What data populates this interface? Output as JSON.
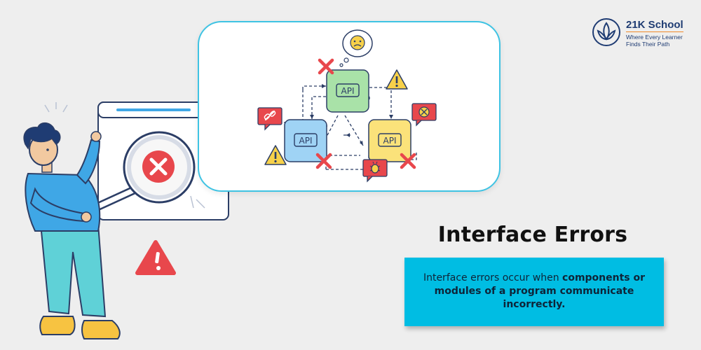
{
  "brand": {
    "name": "21K School",
    "tagline_line1": "Where Every Learner",
    "tagline_line2": "Finds Their Path"
  },
  "diagram": {
    "node_top": "API",
    "node_left": "API",
    "node_right": "API"
  },
  "headline": "Interface Errors",
  "description": {
    "part1": "Interface errors occur when ",
    "bold": "components or modules of a program communicate incorrectly."
  },
  "colors": {
    "accent_cyan": "#00bde3",
    "card_border": "#3fc3e3",
    "error_red": "#e8474c",
    "warning_yellow": "#f7d14a",
    "api_green": "#a9e2a8",
    "api_blue": "#9fd3f5",
    "api_yellow": "#fbe27a",
    "brand_navy": "#1f3c73"
  },
  "icons": [
    "lotus-logo-icon",
    "sad-face-icon",
    "error-x-icon",
    "warning-icon",
    "broken-link-icon",
    "bug-icon",
    "magnifier-icon",
    "browser-window-icon"
  ]
}
